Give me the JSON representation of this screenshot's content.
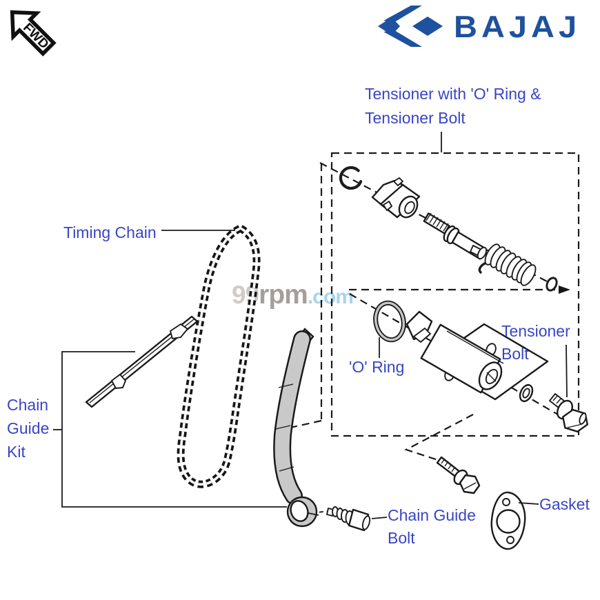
{
  "header": {
    "fwd_label": "FWD",
    "brand": "BAJAJ"
  },
  "watermark": {
    "part1": "99",
    "part2": "rpm",
    "part3": ".com"
  },
  "labels": {
    "tensioner_assembly": {
      "line1": "Tensioner with 'O' Ring &",
      "line2": "Tensioner Bolt"
    },
    "timing_chain": "Timing Chain",
    "chain_guide_kit": {
      "line1": "Chain",
      "line2": "Guide",
      "line3": "Kit"
    },
    "o_ring": "'O' Ring",
    "tensioner_bolt": {
      "line1": "Tensioner",
      "line2": "Bolt"
    },
    "chain_guide_bolt": {
      "line1": "Chain Guide",
      "line2": "Bolt"
    },
    "gasket": "Gasket"
  },
  "colors": {
    "label_blue": "#3845c4",
    "brand_blue": "#1e519e",
    "line_dark": "#1a1a1a",
    "part_gray": "#c9c9c9",
    "watermark_gray_light": "#cfccc6",
    "watermark_gray": "#a49f99",
    "watermark_blue": "#a7d4ec"
  }
}
